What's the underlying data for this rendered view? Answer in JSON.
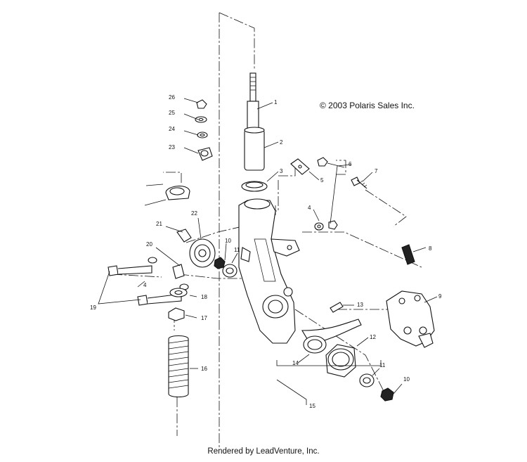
{
  "diagram": {
    "copyright": "© 2003 Polaris Sales Inc.",
    "footer": "Rendered by LeadVenture, Inc.",
    "callouts": [
      {
        "id": "c1",
        "label": "1"
      },
      {
        "id": "c2",
        "label": "2"
      },
      {
        "id": "c3",
        "label": "3"
      },
      {
        "id": "c4a",
        "label": "4"
      },
      {
        "id": "c4b",
        "label": "4"
      },
      {
        "id": "c5",
        "label": "5"
      },
      {
        "id": "c6",
        "label": "6"
      },
      {
        "id": "c7",
        "label": "7"
      },
      {
        "id": "c8",
        "label": "8"
      },
      {
        "id": "c9",
        "label": "9"
      },
      {
        "id": "c10a",
        "label": "10"
      },
      {
        "id": "c10b",
        "label": "10"
      },
      {
        "id": "c11a",
        "label": "11"
      },
      {
        "id": "c11b",
        "label": "11"
      },
      {
        "id": "c12",
        "label": "12"
      },
      {
        "id": "c13",
        "label": "13"
      },
      {
        "id": "c14",
        "label": "14"
      },
      {
        "id": "c15",
        "label": "15"
      },
      {
        "id": "c16",
        "label": "16"
      },
      {
        "id": "c17",
        "label": "17"
      },
      {
        "id": "c18",
        "label": "18"
      },
      {
        "id": "c19",
        "label": "19"
      },
      {
        "id": "c20",
        "label": "20"
      },
      {
        "id": "c21",
        "label": "21"
      },
      {
        "id": "c22",
        "label": "22"
      },
      {
        "id": "c23",
        "label": "23"
      },
      {
        "id": "c24",
        "label": "24"
      },
      {
        "id": "c25",
        "label": "25"
      },
      {
        "id": "c26",
        "label": "26"
      }
    ]
  }
}
